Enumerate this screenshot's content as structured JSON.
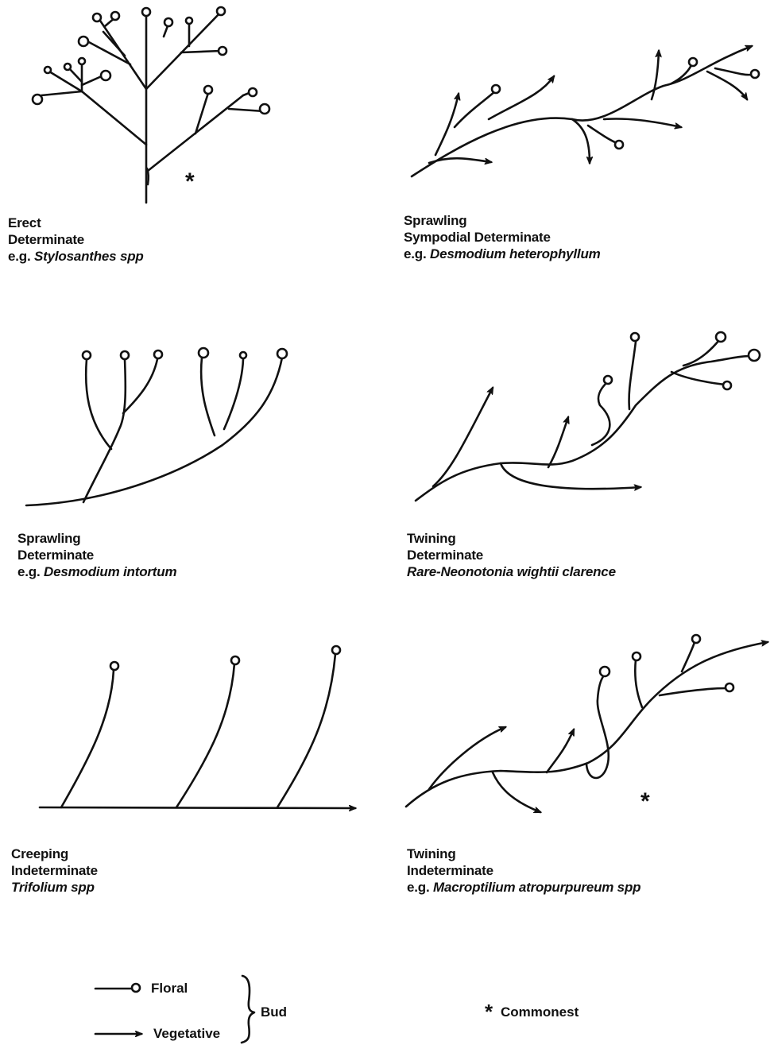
{
  "panels": [
    {
      "habit": "Erect",
      "type": "Determinate",
      "prefix": "e.g. ",
      "example": "Stylosanthes spp",
      "commonest": true
    },
    {
      "habit": "Sprawling",
      "type": "Sympodial Determinate",
      "prefix": "e.g. ",
      "example": "Desmodium heterophyllum",
      "commonest": false
    },
    {
      "habit": "Sprawling",
      "type": "Determinate",
      "prefix": "e.g. ",
      "example": "Desmodium intortum",
      "commonest": false
    },
    {
      "habit": "Twining",
      "type": "Determinate",
      "prefix": "",
      "example": "Rare-Neonotonia wightii clarence",
      "commonest": false
    },
    {
      "habit": "Creeping",
      "type": "Indeterminate",
      "prefix": "",
      "example": "Trifolium spp",
      "commonest": false
    },
    {
      "habit": "Twining",
      "type": "Indeterminate",
      "prefix": "e.g. ",
      "example": "Macroptilium atropurpureum spp",
      "commonest": true
    }
  ],
  "legend": {
    "floral": "Floral",
    "vegetative": "Vegetative",
    "bud": "Bud",
    "star": "*",
    "commonest": "Commonest"
  }
}
